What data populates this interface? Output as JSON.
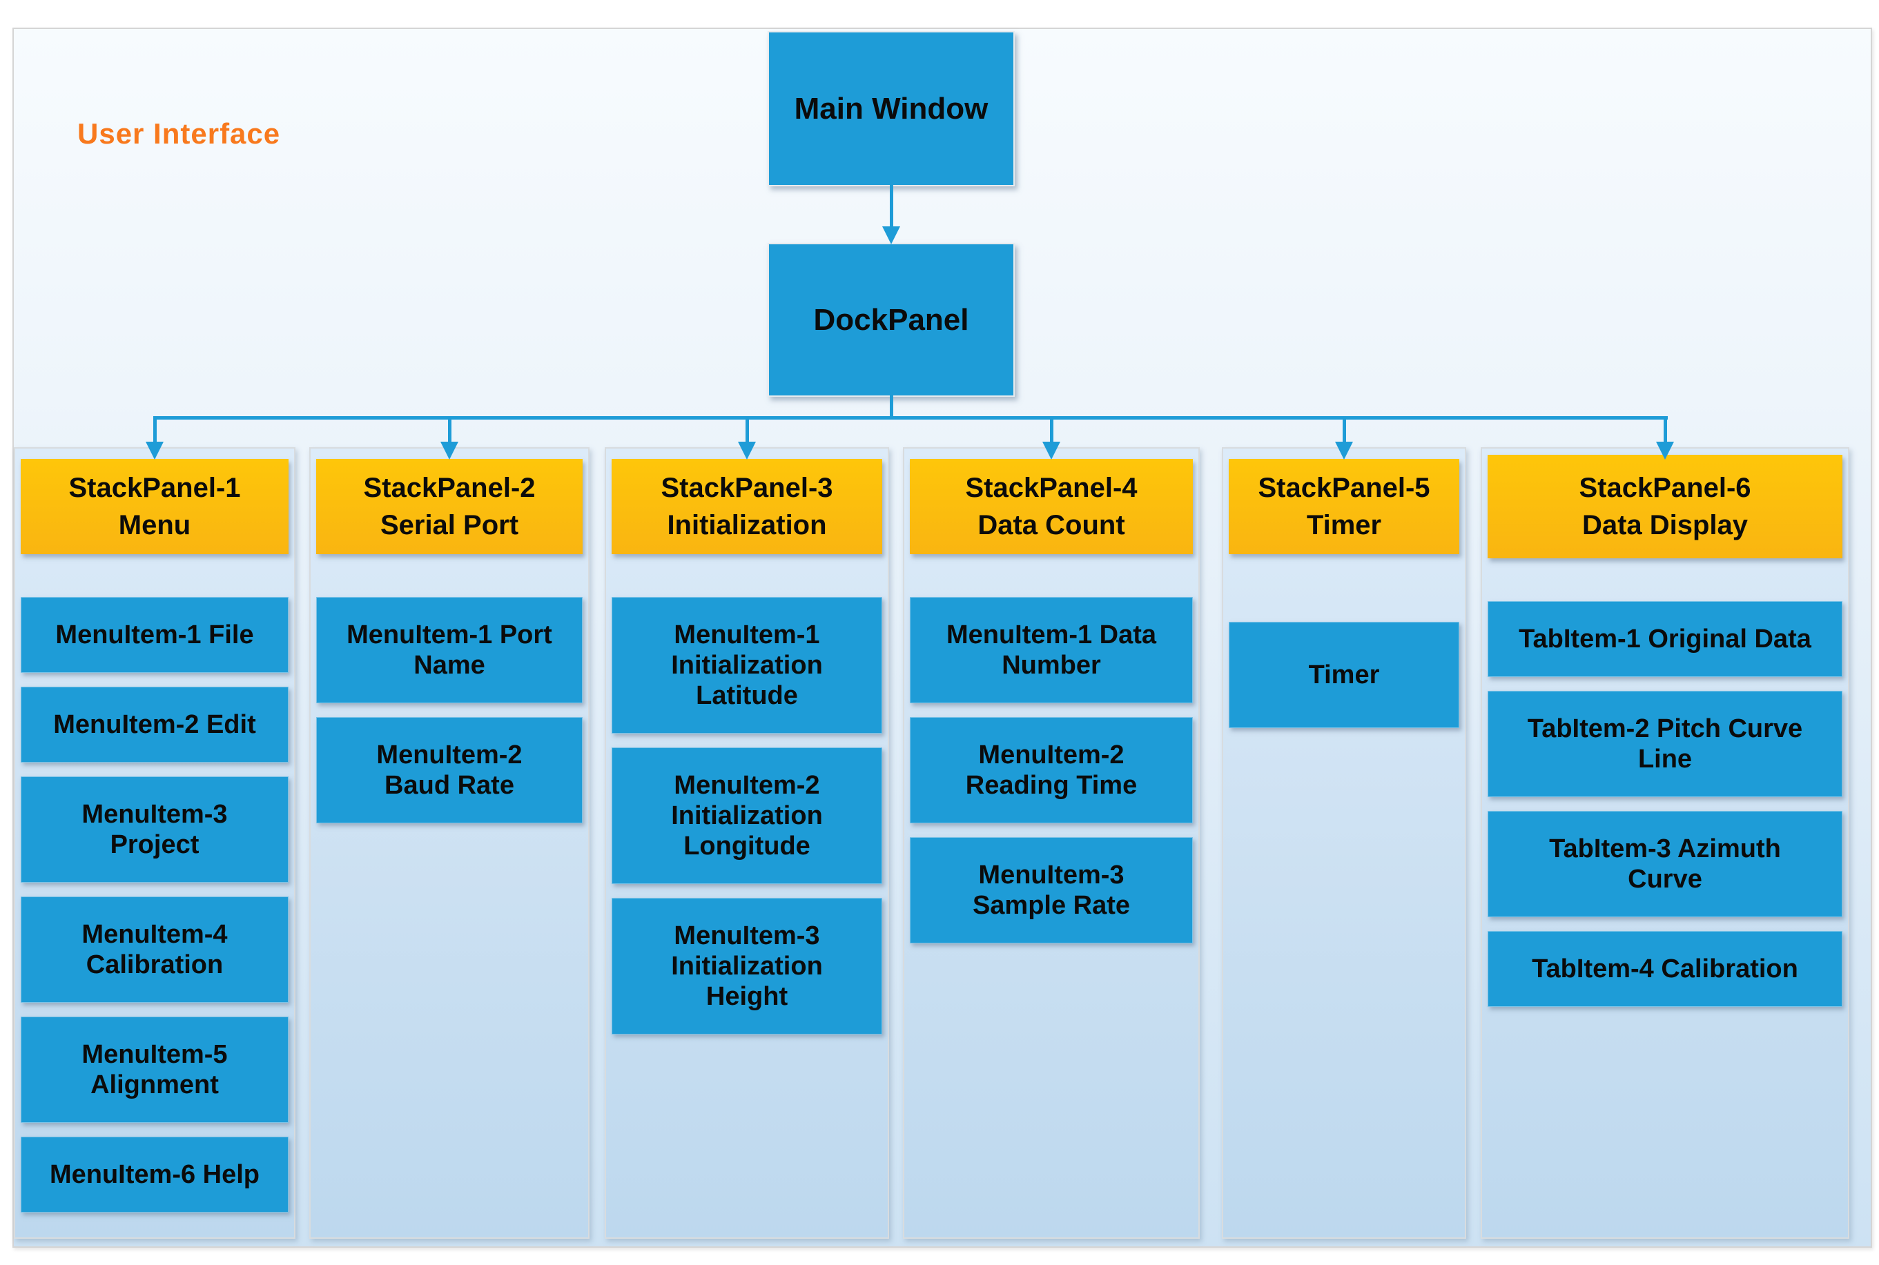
{
  "title": "User Interface",
  "nodes": {
    "main_window": "Main Window",
    "dock_panel": "DockPanel"
  },
  "columns": [
    {
      "header": "StackPanel-1\nMenu",
      "items": [
        "MenuItem-1 File",
        "MenuItem-2 Edit",
        "MenuItem-3\nProject",
        "MenuItem-4\nCalibration",
        "MenuItem-5\nAlignment",
        "MenuItem-6 Help"
      ]
    },
    {
      "header": "StackPanel-2\nSerial Port",
      "items": [
        "MenuItem-1 Port\nName",
        "MenuItem-2\nBaud Rate"
      ]
    },
    {
      "header": "StackPanel-3\nInitialization",
      "items": [
        "MenuItem-1\nInitialization\nLatitude",
        "MenuItem-2\nInitialization\nLongitude",
        "MenuItem-3\nInitialization\nHeight"
      ]
    },
    {
      "header": "StackPanel-4\nData Count",
      "items": [
        "MenuItem-1 Data\nNumber",
        "MenuItem-2\nReading Time",
        "MenuItem-3\nSample Rate"
      ]
    },
    {
      "header": "StackPanel-5\nTimer",
      "items": [
        "Timer"
      ]
    },
    {
      "header": "StackPanel-6\nData Display",
      "items": [
        "TabItem-1 Original Data",
        "TabItem-2 Pitch Curve\nLine",
        "TabItem-3 Azimuth\nCurve",
        "TabItem-4 Calibration"
      ]
    }
  ],
  "colors": {
    "node_blue": "#1e9cd7",
    "header_gold": "#fdc20d",
    "title_orange": "#f8791d",
    "connector_blue": "#1e9cd7"
  }
}
